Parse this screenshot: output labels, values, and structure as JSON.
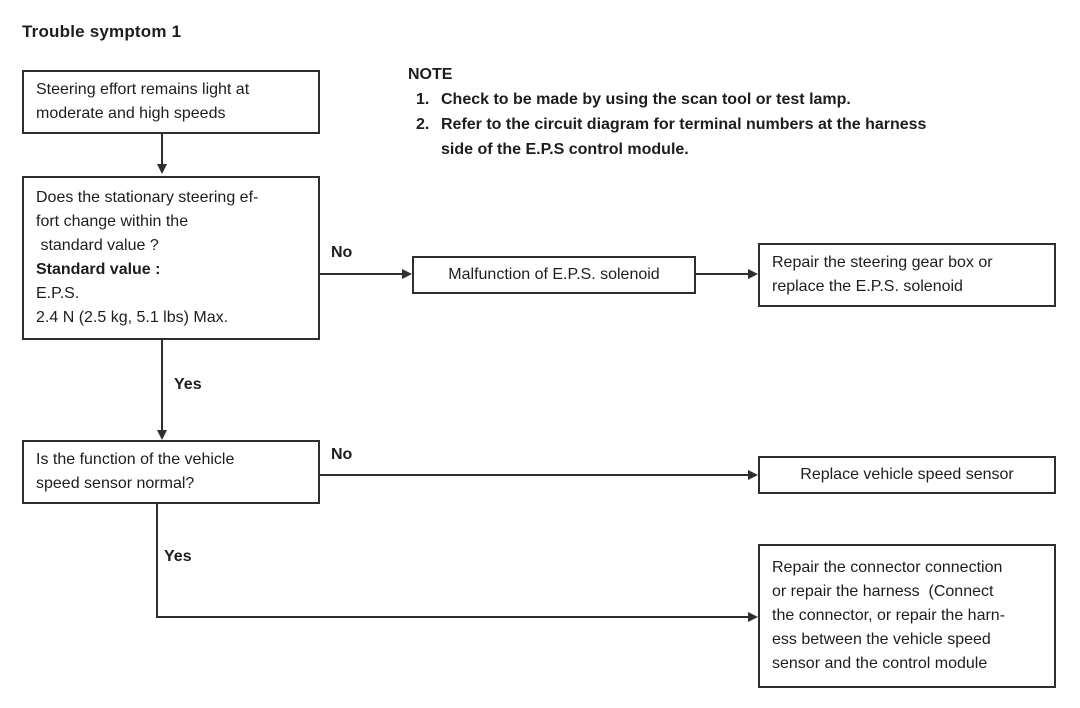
{
  "title": "Trouble symptom 1",
  "colors": {
    "ink": "#1d1d1d",
    "line": "#2e2e2e",
    "background": "#ffffff"
  },
  "note": {
    "heading": "NOTE",
    "items": [
      {
        "num": "1.",
        "lines": [
          "Check to be made by using the scan tool or test lamp."
        ]
      },
      {
        "num": "2.",
        "lines": [
          "Refer to the circuit diagram for terminal numbers at the harness",
          "side of the E.P.S control module."
        ]
      }
    ]
  },
  "nodes": {
    "symptom": {
      "lines": [
        "Steering effort remains light at",
        "moderate and high speeds"
      ]
    },
    "decision1": {
      "question_lines": [
        "Does the stationary steering ef-",
        "fort change within the",
        " standard value ?"
      ],
      "standard_label": "Standard value :",
      "standard_lines": [
        "E.P.S.",
        "2.4 N (2.5 kg, 5.1 lbs) Max."
      ]
    },
    "malfunction": {
      "text": "Malfunction of E.P.S. solenoid"
    },
    "repair_gear": {
      "lines": [
        "Repair the steering gear box or",
        "replace the E.P.S. solenoid"
      ]
    },
    "decision2": {
      "lines": [
        "Is the function of the vehicle",
        "speed sensor normal?"
      ]
    },
    "replace_sensor": {
      "text": "Replace vehicle speed sensor"
    },
    "repair_connector": {
      "lines": [
        "Repair the connector connection",
        "or repair the harness  (Connect",
        "the connector, or repair the harn-",
        "ess between the vehicle speed",
        "sensor and the control module"
      ]
    }
  },
  "labels": {
    "decision1_no": "No",
    "decision1_yes": "Yes",
    "decision2_no": "No",
    "decision2_yes": "Yes"
  }
}
